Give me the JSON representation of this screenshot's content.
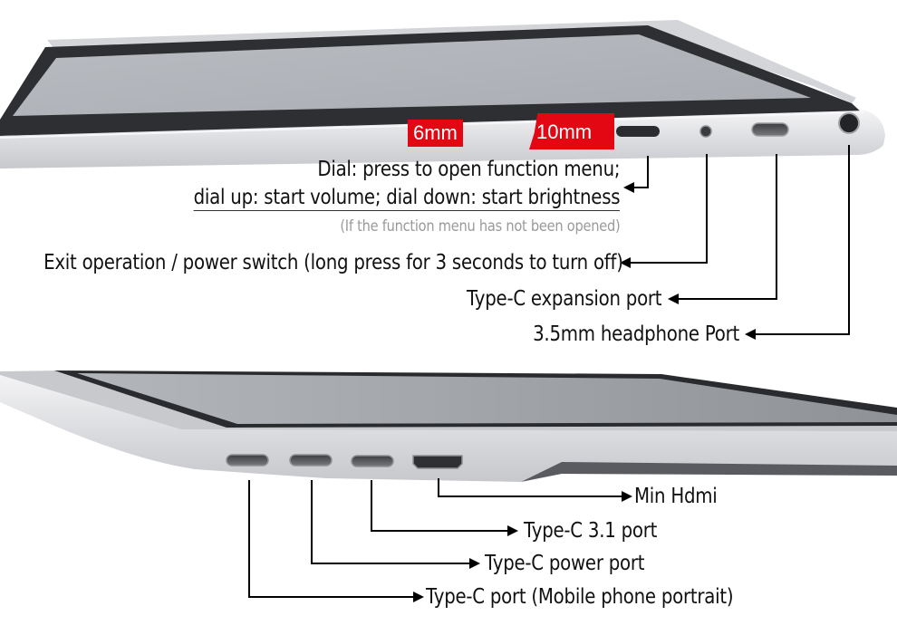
{
  "badges": {
    "six": "6mm",
    "ten": "10mm",
    "color": "#e30613"
  },
  "top_side": {
    "dial_line1": "Dial: press to open function menu;",
    "dial_line2": "dial up: start volume; dial down: start brightness",
    "dial_note": "(If the function menu has not been opened)",
    "exit": "Exit operation / power switch (long press for 3 seconds to turn off)",
    "typec_expansion": "Type-C expansion port",
    "headphone": "3.5mm headphone Port"
  },
  "bottom_side": {
    "min_hdmi": "Min Hdmi",
    "typec_31": "Type-C 3.1 port",
    "typec_power": "Type-C power port",
    "typec_portrait": "Type-C port (Mobile phone portrait)"
  },
  "icons": [
    "dial-icon",
    "power-button-icon",
    "typec-port-icon",
    "headphone-jack-icon",
    "mini-hdmi-port-icon"
  ],
  "colors": {
    "accent": "#e30613",
    "text": "#111111",
    "note": "#9a9a9a",
    "line": "#000000"
  }
}
